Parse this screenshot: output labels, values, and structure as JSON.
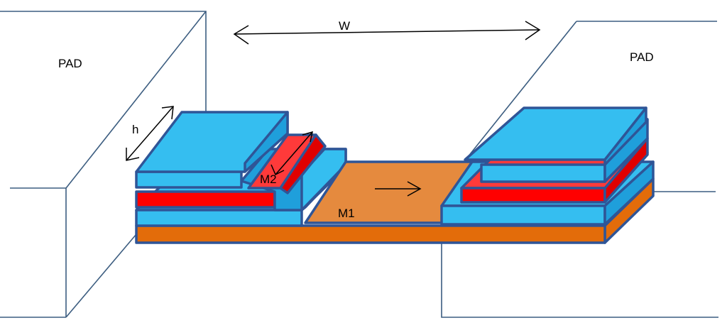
{
  "labels": {
    "pad_left": "PAD",
    "pad_right": "PAD",
    "width": "W",
    "height": "h",
    "layer_m2": "M2",
    "layer_m1": "M1"
  },
  "colors": {
    "outline": "#3C5D80",
    "stroke": "#2F5597",
    "blue_top": "#35BEF0",
    "blue_side": "#1F9FDB",
    "red_top": "#FF3A3A",
    "red_side": "#E00000",
    "orange_top": "#E58A3E",
    "orange_side": "#E36C0A"
  }
}
